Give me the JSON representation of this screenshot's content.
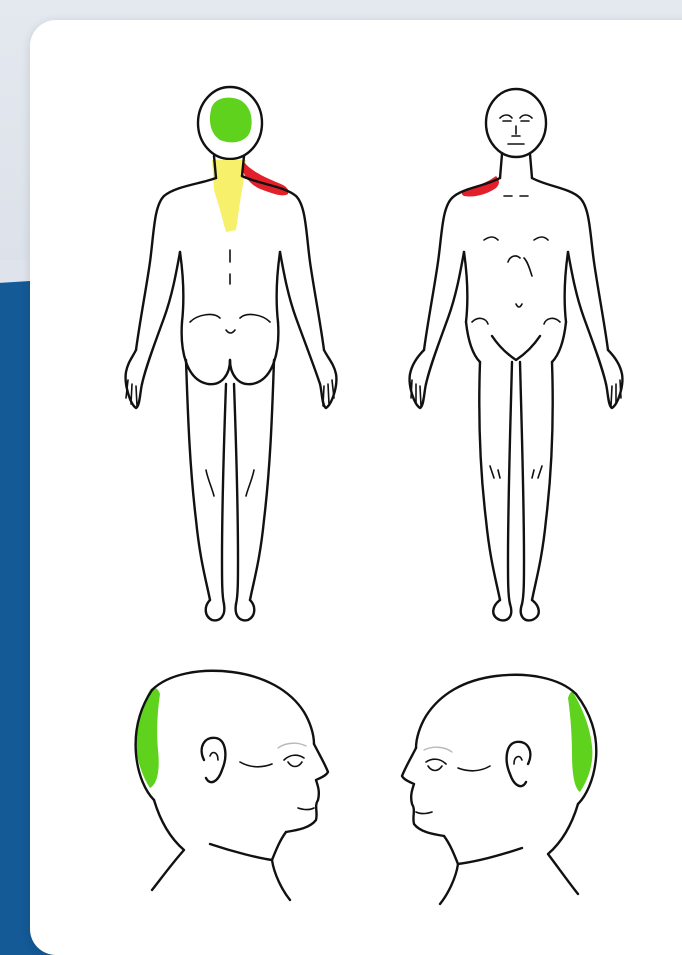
{
  "colors": {
    "background_top": "#dfe4ec",
    "background_band": "#145a96",
    "card": "#ffffff",
    "outline": "#111111",
    "pain_green": "#5fd21e",
    "pain_red": "#e3202a",
    "pain_yellow": "#f6f06a"
  },
  "figures": [
    {
      "id": "body-back",
      "view": "posterior",
      "marks": [
        "green-head",
        "yellow-neck",
        "red-shoulder"
      ]
    },
    {
      "id": "body-front",
      "view": "anterior",
      "marks": [
        "red-shoulder"
      ]
    },
    {
      "id": "head-left-facing-right",
      "view": "lateral-right",
      "marks": [
        "green-back-of-head"
      ]
    },
    {
      "id": "head-right-facing-left",
      "view": "lateral-left",
      "marks": [
        "green-back-of-head"
      ]
    }
  ]
}
